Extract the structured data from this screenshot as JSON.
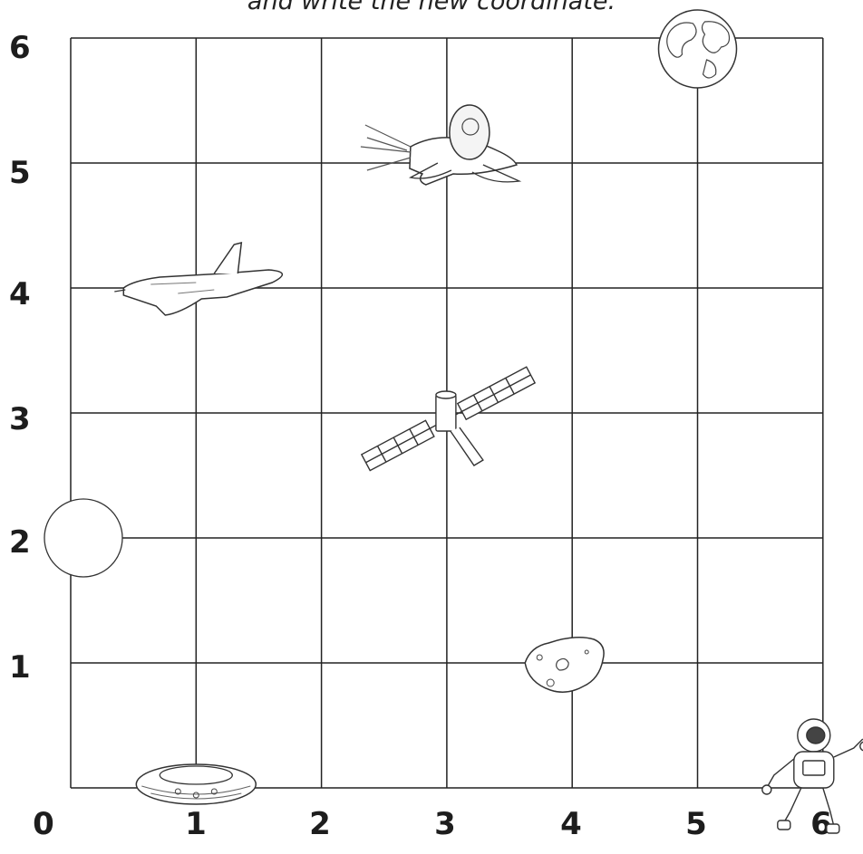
{
  "instruction": "and write the new coordinate.",
  "y_axis_labels": [
    "6",
    "5",
    "4",
    "3",
    "2",
    "1"
  ],
  "x_axis_labels": [
    "0",
    "1",
    "2",
    "3",
    "4",
    "5",
    "6"
  ],
  "grid": {
    "columns": 6,
    "rows": 6
  },
  "items": [
    {
      "name": "earth",
      "icon": "earth-icon",
      "x": 5,
      "y": 6
    },
    {
      "name": "rocket-with-alien",
      "icon": "rocket-icon",
      "x": 3,
      "y": 5
    },
    {
      "name": "space-shuttle",
      "icon": "space-shuttle-icon",
      "x": 1,
      "y": 4
    },
    {
      "name": "satellite",
      "icon": "satellite-icon",
      "x": 3,
      "y": 3
    },
    {
      "name": "moon",
      "icon": "moon-icon",
      "x": 0,
      "y": 2
    },
    {
      "name": "asteroid",
      "icon": "asteroid-icon",
      "x": 4,
      "y": 1
    },
    {
      "name": "flying-saucer",
      "icon": "ufo-icon",
      "x": 1,
      "y": 0
    },
    {
      "name": "astronaut",
      "icon": "astronaut-icon",
      "x": 6,
      "y": 0
    }
  ]
}
